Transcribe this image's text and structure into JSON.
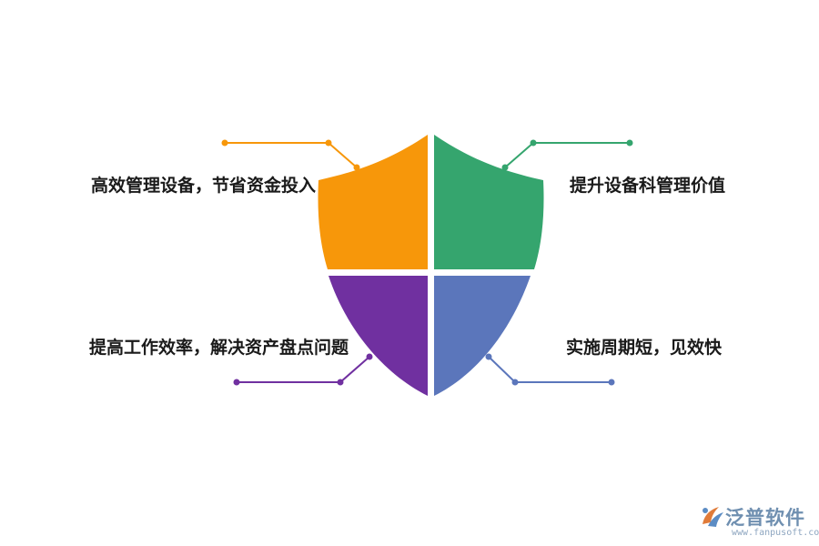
{
  "diagram": {
    "quadrants": [
      {
        "id": "top-left",
        "text": "高效管理设备，节省资金投入",
        "color": "#f7970a"
      },
      {
        "id": "top-right",
        "text": "提升设备科管理价值",
        "color": "#35a56e"
      },
      {
        "id": "bottom-left",
        "text": "提高工作效率，解决资产盘点问题",
        "color": "#7030a0"
      },
      {
        "id": "bottom-right",
        "text": "实施周期短，见效快",
        "color": "#5b76bb"
      }
    ]
  },
  "watermark": {
    "name": "泛普软件",
    "url": "www.fanpusoft.com",
    "icon": "fanpu-logo-icon"
  }
}
